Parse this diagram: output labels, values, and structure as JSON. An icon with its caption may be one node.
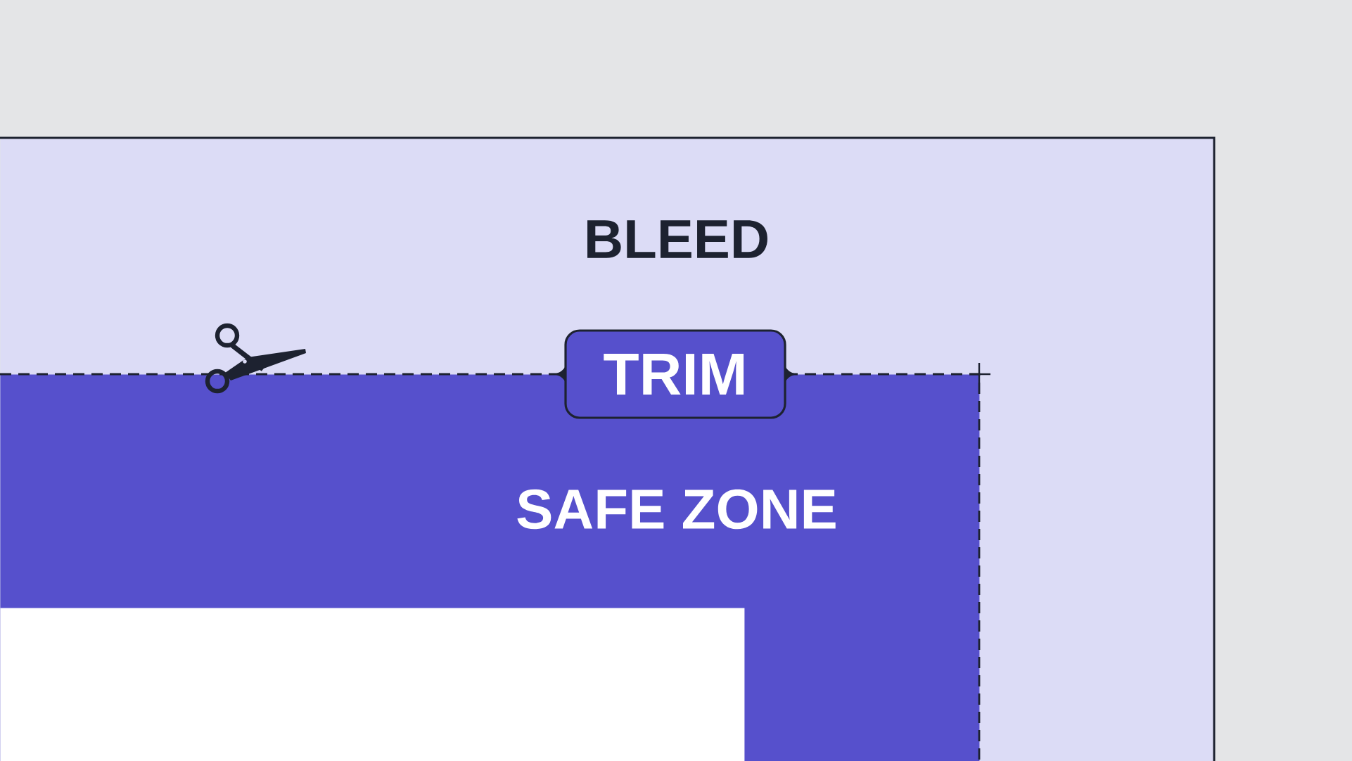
{
  "diagram": {
    "nodes": [
      {
        "text": [
          "BLEED"
        ]
      },
      {
        "text": [
          "TRIM"
        ],
        "in": 0
      },
      {
        "text": [
          "SAFE ZONE"
        ],
        "in": 0
      },
      {
        "text": [],
        "shape": "box",
        "in": 2
      }
    ]
  }
}
